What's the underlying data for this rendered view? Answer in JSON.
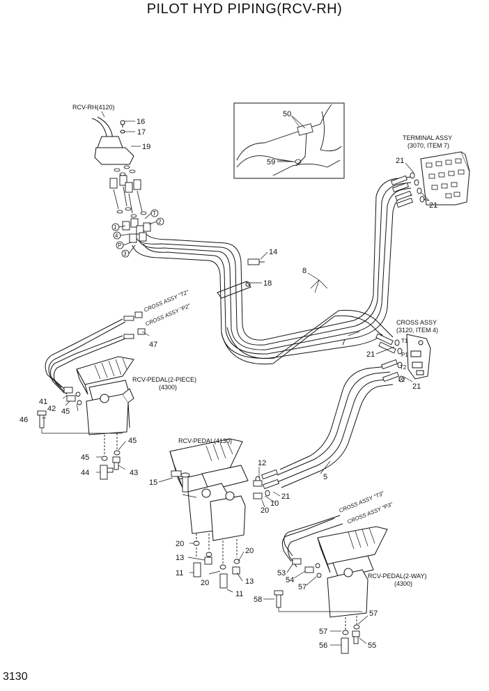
{
  "title": "PILOT HYD PIPING(RCV-RH)",
  "page_number": "3130",
  "components": {
    "rcv_rh": "RCV-RH(4120)",
    "terminal_assy": "TERMINAL ASSY",
    "terminal_assy_ref": "(3070, ITEM 7)",
    "cross_assy": "CROSS ASSY",
    "cross_assy_ref": "(3120, ITEM 4)",
    "rcv_pedal_2piece": "RCV-PEDAL(2-PIECE)",
    "rcv_pedal_2piece_ref": "(4300)",
    "rcv_pedal_4130": "RCV-PEDAL(4130)",
    "rcv_pedal_2way": "RCV-PEDAL(2-WAY)",
    "rcv_pedal_2way_ref": "(4300)"
  },
  "cross_assy_callouts": {
    "t2": "CROSS ASSY \"T2\"",
    "p2": "CROSS ASSY \"P2\"",
    "t3": "CROSS ASSY \"T3\"",
    "p3": "CROSS ASSY \"P3\""
  },
  "port_labels": {
    "t1": "T1",
    "p1": "P1",
    "t2": "T2",
    "p2": "P2",
    "c1": "1",
    "c4": "4",
    "cp": "P",
    "c3": "3",
    "ct": "T",
    "c2": "2"
  },
  "items": {
    "i16": "16",
    "i17": "17",
    "i19": "19",
    "i50": "50",
    "i59": "59",
    "i14": "14",
    "i18": "18",
    "i8": "8",
    "i7": "7",
    "i21a": "21",
    "i21b": "21",
    "i21c": "21",
    "i21d": "21",
    "i21e": "21",
    "i47": "47",
    "i41": "41",
    "i42": "42",
    "i45a": "45",
    "i46": "46",
    "i45b": "45",
    "i45c": "45",
    "i44": "44",
    "i43": "43",
    "i12": "12",
    "i15": "15",
    "i5": "5",
    "i10": "10",
    "i20a": "20",
    "i20b": "20",
    "i20c": "20",
    "i20d": "20",
    "i13a": "13",
    "i13b": "13",
    "i11a": "11",
    "i11b": "11",
    "i53": "53",
    "i54": "54",
    "i57a": "57",
    "i58": "58",
    "i57b": "57",
    "i57c": "57",
    "i56": "56",
    "i55": "55"
  }
}
